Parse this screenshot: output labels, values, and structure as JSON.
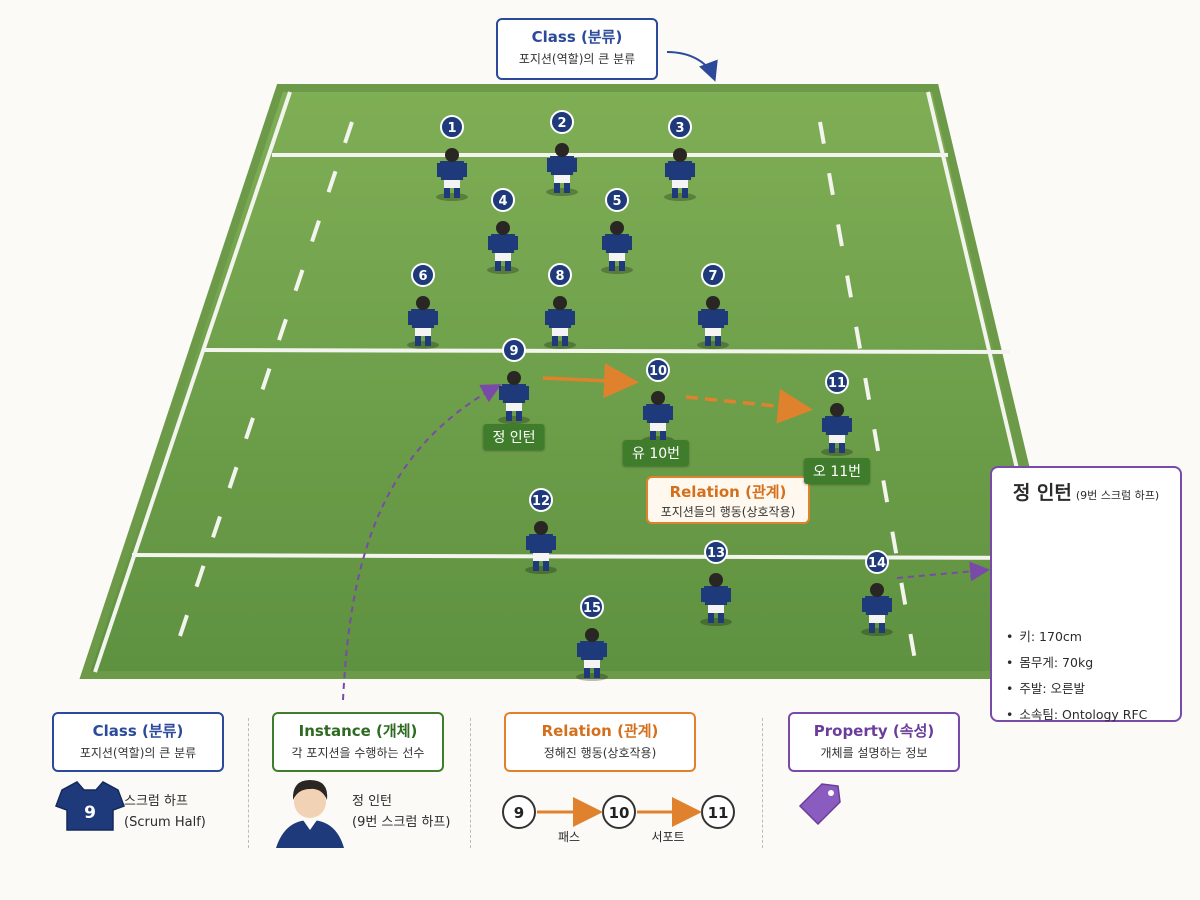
{
  "top_callout": {
    "title": "Class (분류)",
    "subtitle": "포지션(역할)의 큰 분류"
  },
  "relation_callout": {
    "title": "Relation (관계)",
    "subtitle": "포지션들의 행동(상호작용)"
  },
  "players": [
    "1",
    "2",
    "3",
    "4",
    "5",
    "6",
    "8",
    "7",
    "9",
    "10",
    "11",
    "12",
    "13",
    "14",
    "15"
  ],
  "player_labels": {
    "p9": "정 인턴",
    "p10": "유 10번",
    "p11": "오 11번"
  },
  "profile": {
    "name": "정 인턴",
    "role": "(9번 스크럼 하프)",
    "attributes": [
      "키: 170cm",
      "몸무게: 70kg",
      "주발: 오른발",
      "소속팀: Ontology RFC"
    ]
  },
  "legend": {
    "class": {
      "title": "Class (분류)",
      "subtitle": "포지션(역할)의 큰 분류",
      "jersey_number": "9",
      "example_line1": "스크럼 하프",
      "example_line2": "(Scrum Half)"
    },
    "instance": {
      "title": "Instance (개체)",
      "subtitle": "각 포지션을 수행하는 선수",
      "example_line1": "정 인턴",
      "example_line2": "(9번 스크럼 하프)"
    },
    "relation": {
      "title": "Relation (관계)",
      "subtitle": "정해진 행동(상호작용)",
      "nodes": [
        "9",
        "10",
        "11"
      ],
      "edge_labels": [
        "패스",
        "서포트"
      ]
    },
    "property": {
      "title": "Property (속성)",
      "subtitle": "개체를 설명하는 정보"
    }
  },
  "colors": {
    "navy": "#1f3a7a",
    "field_green": "#6a9a45",
    "orange": "#e0822d",
    "purple": "#7a4aa8",
    "label_green": "#3f7d2c"
  }
}
